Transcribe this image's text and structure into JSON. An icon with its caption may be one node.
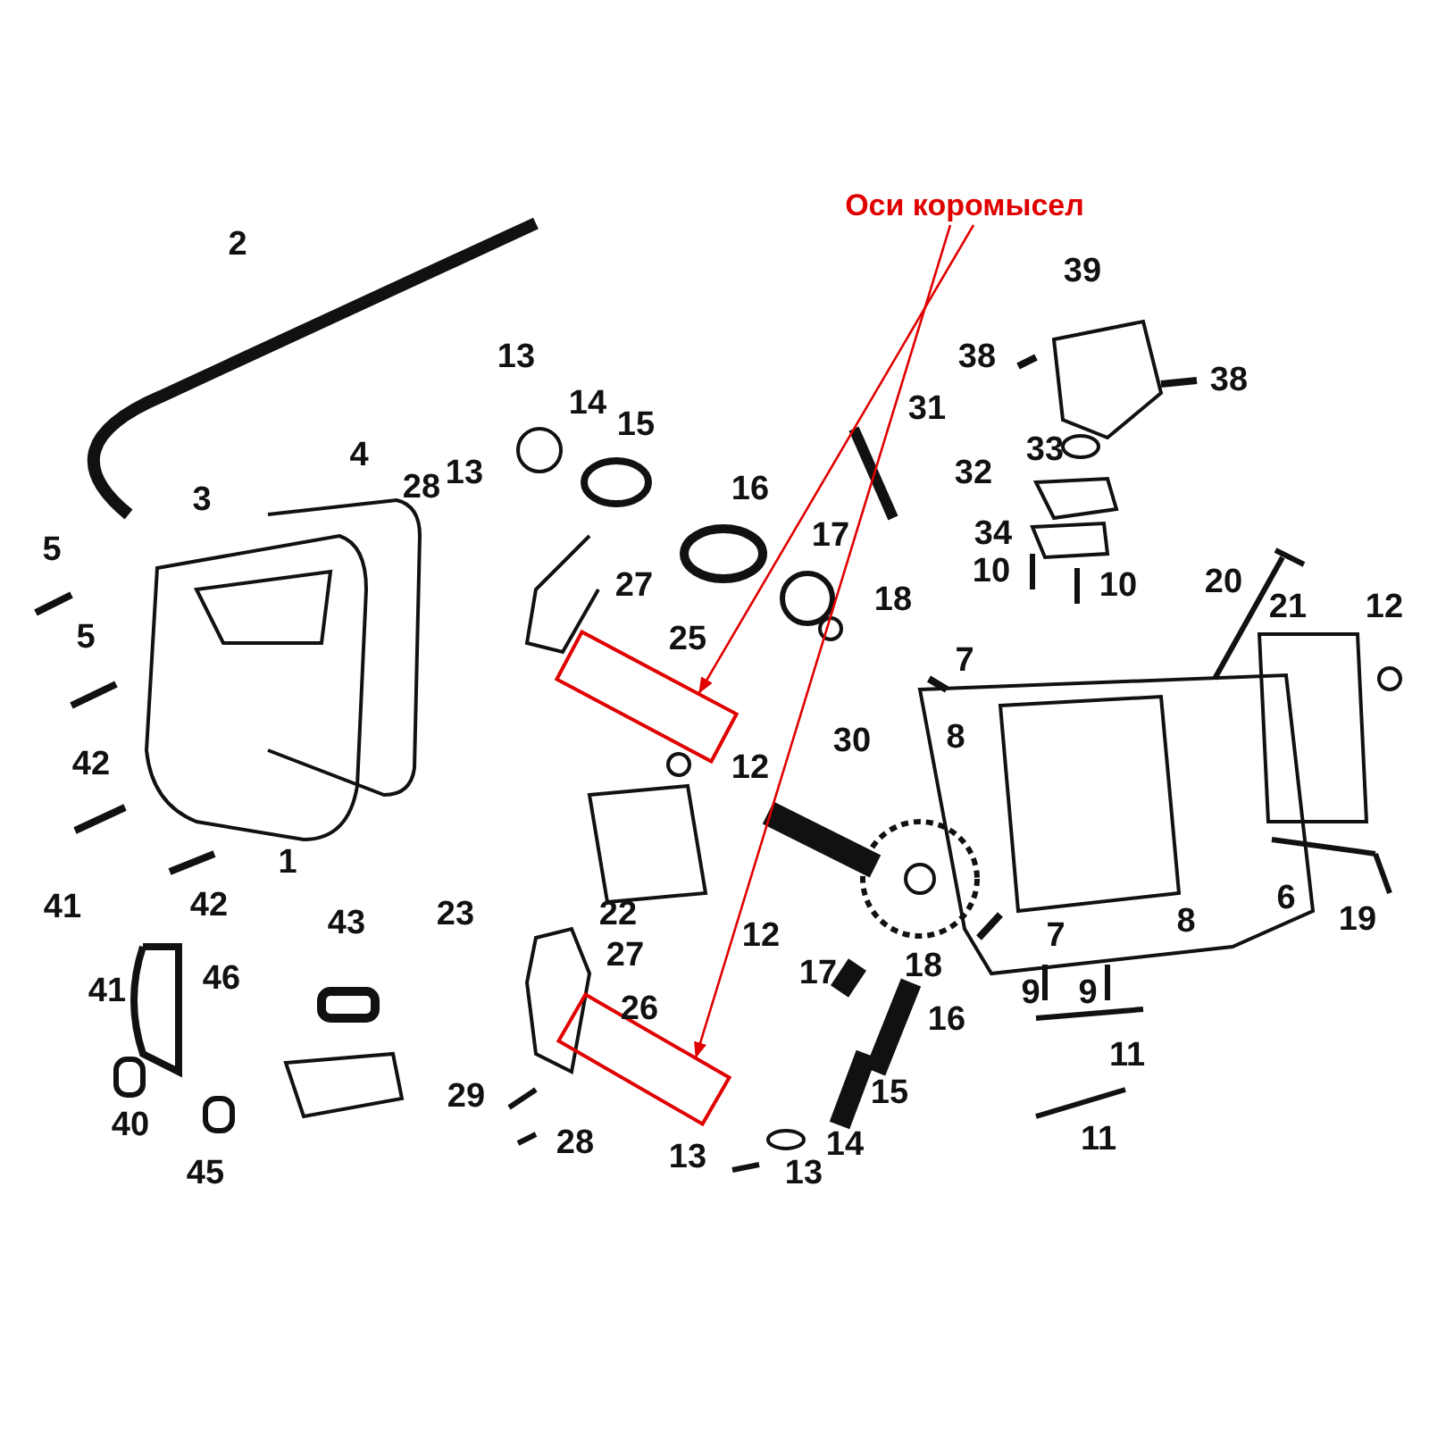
{
  "diagram": {
    "nodes": [
      {
        "text": [
          "Оси коромысел"
        ]
      },
      {
        "text": [],
        "shape": "box"
      },
      {
        "text": [],
        "shape": "box"
      }
    ],
    "edges": [
      {
        "from": 0,
        "to": 1,
        "arrow": "to"
      },
      {
        "from": 0,
        "to": 2,
        "arrow": "to"
      }
    ],
    "labels": [
      "2",
      "39",
      "13",
      "38",
      "38",
      "14",
      "15",
      "31",
      "13",
      "4",
      "3",
      "28",
      "33",
      "32",
      "16",
      "17",
      "34",
      "10",
      "10",
      "20",
      "21",
      "12",
      "5",
      "27",
      "18",
      "25",
      "5",
      "7",
      "8",
      "42",
      "30",
      "12",
      "1",
      "41",
      "42",
      "23",
      "22",
      "12",
      "43",
      "6",
      "19",
      "8",
      "7",
      "27",
      "17",
      "18",
      "41",
      "46",
      "9",
      "9",
      "16",
      "26",
      "11",
      "29",
      "15",
      "40",
      "11",
      "28",
      "14",
      "13",
      "13",
      "45"
    ]
  }
}
